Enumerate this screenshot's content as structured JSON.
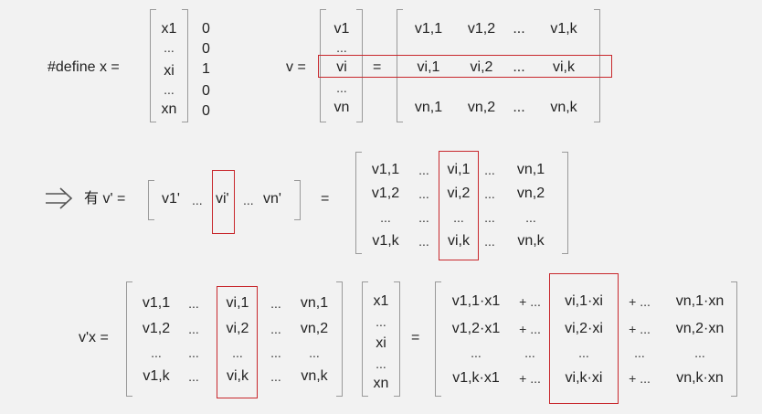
{
  "define": {
    "label": "#define  x =",
    "x_entries": [
      "x1",
      "...",
      "xi",
      "...",
      "xn"
    ],
    "bits": [
      "0",
      "0",
      "1",
      "0",
      "0"
    ]
  },
  "vdef": {
    "label": "v =",
    "v_entries": [
      "v1",
      "...",
      "vi",
      "...",
      "vn"
    ],
    "eq": "=",
    "rows": [
      [
        "v1,1",
        "v1,2",
        "...",
        "v1,k"
      ],
      [
        "vi,1",
        "vi,2",
        "...",
        "vi,k"
      ],
      [
        "vn,1",
        "vn,2",
        "...",
        "vn,k"
      ]
    ]
  },
  "transpose": {
    "lead": "有 v' =",
    "row": [
      "v1'",
      "...",
      "vi'",
      "...",
      "vn'"
    ],
    "eq": "=",
    "cols": [
      "v1",
      "...",
      "vi",
      "...",
      "vn"
    ],
    "suffix_rows": [
      ",1",
      ",2",
      "...",
      ",k"
    ]
  },
  "product": {
    "label": "v'x =",
    "matrix_rows": [
      [
        "v1,1",
        "...",
        "vi,1",
        "...",
        "vn,1"
      ],
      [
        "v1,2",
        "...",
        "vi,2",
        "...",
        "vn,2"
      ],
      [
        "...",
        "...",
        "...",
        "...",
        "..."
      ],
      [
        "v1,k",
        "...",
        "vi,k",
        "...",
        "vn,k"
      ]
    ],
    "x_entries": [
      "x1",
      "...",
      "xi",
      "...",
      "xn"
    ],
    "eq": "=",
    "result_rows": [
      [
        "v1,1·x1",
        "+ ...",
        "vi,1·xi",
        "+ ...",
        "vn,1·xn"
      ],
      [
        "v1,2·x1",
        "+ ...",
        "vi,2·xi",
        "+ ...",
        "vn,2·xn"
      ],
      [
        "...",
        "...",
        "...",
        "...",
        "..."
      ],
      [
        "v1,k·x1",
        "+ ...",
        "vi,k·xi",
        "+ ...",
        "vn,k·xn"
      ]
    ]
  },
  "colors": {
    "highlight": "#c8282d",
    "bracket": "#9a9a9a",
    "background": "#f2f2f2"
  }
}
